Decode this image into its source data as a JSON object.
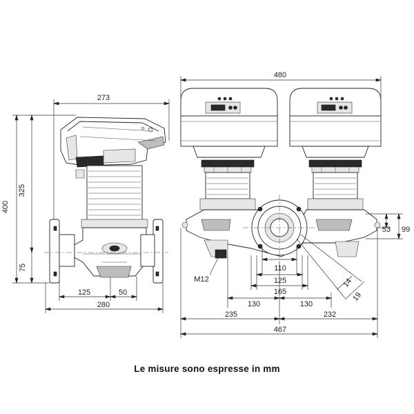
{
  "caption": "Le misure sono espresse in mm",
  "dimensions": {
    "side_width": "273",
    "height_total": "400",
    "height_upper": "325",
    "height_lower": "75",
    "base_125_left": "125",
    "base_50": "50",
    "base_280": "280",
    "front_width": "480",
    "d_53": "53",
    "d_99": "99",
    "d_110": "110",
    "d_125": "125",
    "d_165": "165",
    "d_130_left": "130",
    "d_130_right": "130",
    "d_235": "235",
    "d_232": "232",
    "d_467": "467",
    "d_14": "14",
    "d_19": "19",
    "thread": "M12"
  }
}
